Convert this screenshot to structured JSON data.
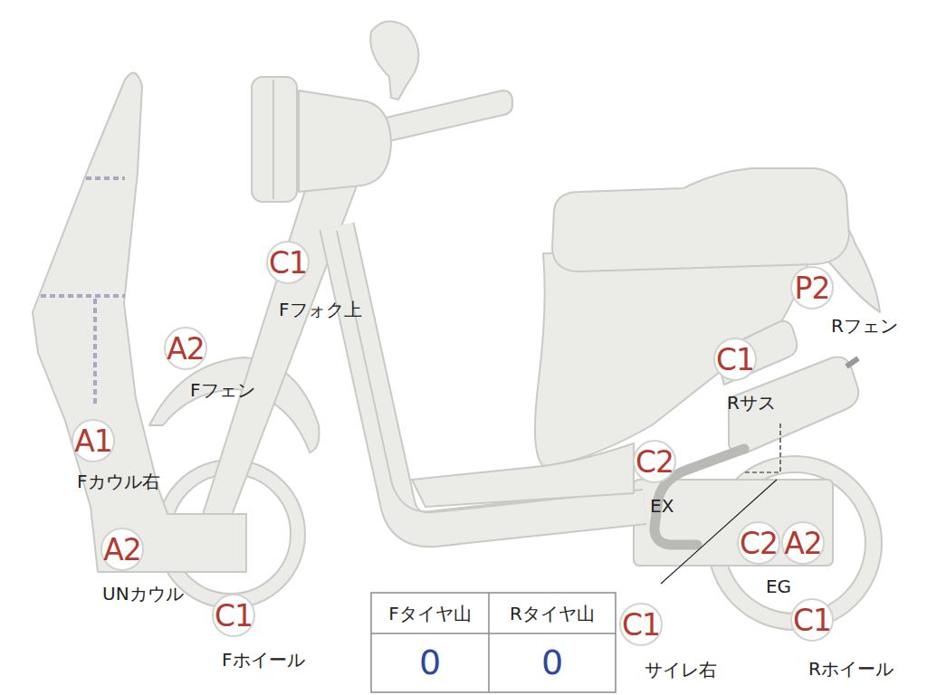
{
  "diagram": {
    "nodes": [
      {
        "text": [
          "C1",
          "Fフォク上"
        ]
      },
      {
        "text": [
          "P2",
          "Rフェン"
        ]
      },
      {
        "text": [
          "A2",
          "Fフェン"
        ]
      },
      {
        "text": [
          "C1",
          "Rサス"
        ]
      },
      {
        "text": [
          "A1",
          "Fカウル右"
        ]
      },
      {
        "text": [
          "C2",
          "EX"
        ]
      },
      {
        "text": [
          "C2"
        ]
      },
      {
        "text": [
          "A2"
        ]
      },
      {
        "text": [
          "A2",
          "UNカウル"
        ]
      },
      {
        "text": [
          "C1",
          "Fホイール"
        ]
      },
      {
        "text": [
          "C1",
          "サイレ右"
        ]
      },
      {
        "text": [
          "C1",
          "Rホイール"
        ]
      }
    ],
    "labels": [
      "EG",
      "Fタイヤ山",
      "Rタイヤ山",
      "0",
      "0"
    ]
  }
}
